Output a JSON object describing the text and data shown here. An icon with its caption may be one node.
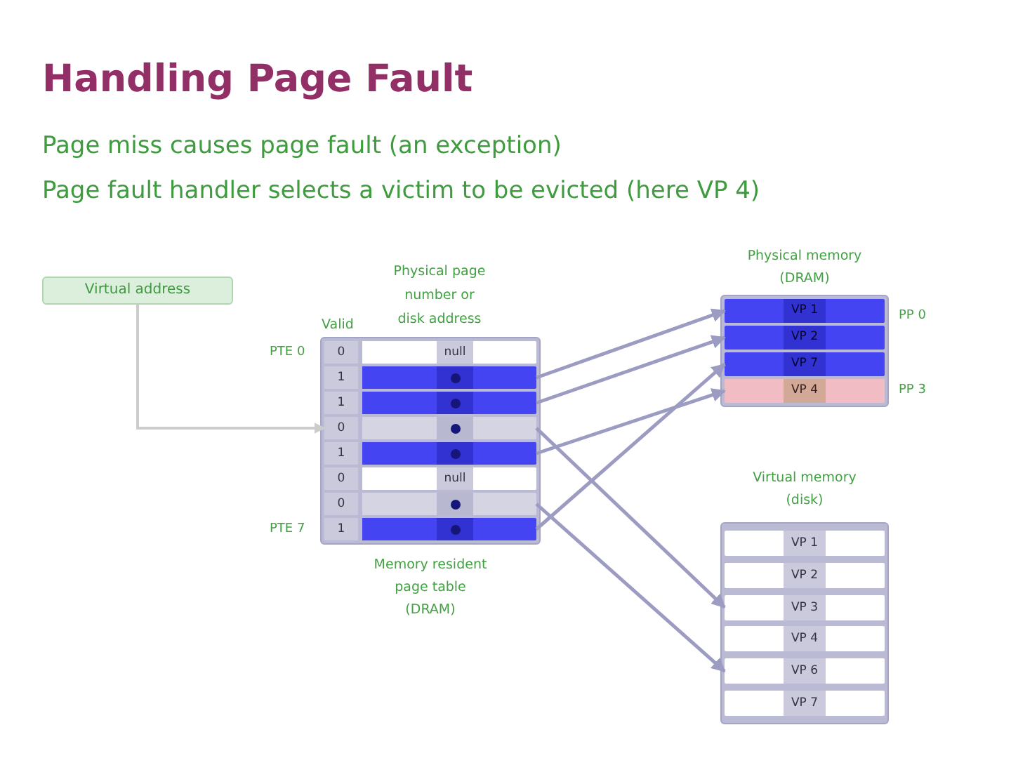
{
  "diagram": {
    "title": "Handling Page Fault",
    "nodes": [
      {
        "text": [
          "Virtual address"
        ]
      },
      {
        "text": [
          "Memory resident page table (DRAM)"
        ]
      },
      {
        "text": [
          "0",
          "null"
        ],
        "in": 1,
        "beside": [
          "PTE 0"
        ]
      },
      {
        "text": [
          "1"
        ],
        "in": 1
      },
      {
        "text": [
          "1"
        ],
        "in": 1
      },
      {
        "text": [
          "0"
        ],
        "in": 1
      },
      {
        "text": [
          "1"
        ],
        "in": 1
      },
      {
        "text": [
          "0",
          "null"
        ],
        "in": 1
      },
      {
        "text": [
          "0"
        ],
        "in": 1
      },
      {
        "text": [
          "1"
        ],
        "in": 1,
        "beside": [
          "PTE 7"
        ]
      },
      {
        "text": [
          "Physical memory (DRAM)"
        ]
      },
      {
        "text": [
          "VP 1"
        ],
        "in": 10,
        "beside": [
          "PP 0"
        ]
      },
      {
        "text": [
          "VP 2"
        ],
        "in": 10
      },
      {
        "text": [
          "VP 7"
        ],
        "in": 10
      },
      {
        "text": [
          "VP 4"
        ],
        "in": 10,
        "beside": [
          "PP 3"
        ]
      },
      {
        "text": [
          "Virtual memory (disk)"
        ]
      },
      {
        "text": [
          "VP 1"
        ],
        "in": 15
      },
      {
        "text": [
          "VP 2"
        ],
        "in": 15
      },
      {
        "text": [
          "VP 3"
        ],
        "in": 15
      },
      {
        "text": [
          "VP 4"
        ],
        "in": 15
      },
      {
        "text": [
          "VP 6"
        ],
        "in": 15
      },
      {
        "text": [
          "VP 7"
        ],
        "in": 15
      }
    ],
    "edges": [
      {
        "from": 0,
        "to": 5,
        "arrow": "to",
        "color": "#cccccc"
      },
      {
        "from": 3,
        "to": 11,
        "arrow": "to"
      },
      {
        "from": 4,
        "to": 12,
        "arrow": "to"
      },
      {
        "from": 6,
        "to": 14,
        "arrow": "to"
      },
      {
        "from": 9,
        "to": 13,
        "arrow": "to"
      },
      {
        "from": 5,
        "to": 18,
        "arrow": "to"
      },
      {
        "from": 8,
        "to": 20,
        "arrow": "to"
      }
    ],
    "labels": [
      "Page miss causes page fault (an exception)",
      "Page fault handler selects a victim to be evicted (here VP 4)",
      "Physical page number or disk address",
      "Valid"
    ]
  }
}
